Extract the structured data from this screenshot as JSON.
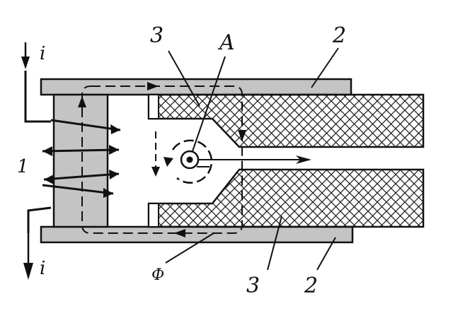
{
  "labels": {
    "coil": "1",
    "plate_top": "2",
    "plate_bottom": "2",
    "ferrite_top": "3",
    "ferrite_bottom": "3",
    "point_a": "A",
    "current_top": "i",
    "current_bottom": "i",
    "flux": "Ф"
  },
  "colors": {
    "line": "#111111",
    "gray_fill": "#c4c4c4",
    "hatch": "#222222",
    "background": "#ffffff"
  }
}
